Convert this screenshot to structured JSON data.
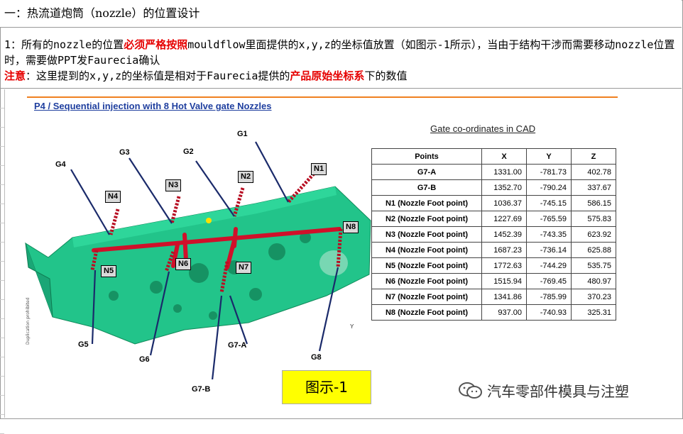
{
  "header": {
    "title": "一：热流道炮筒（nozzle）的位置设计"
  },
  "note": {
    "line1_a": "1：所有的nozzle的位置",
    "line1_b": "必须严格按照",
    "line1_c": "mouldflow里面提供的x,y,z的坐标值放置（如图示-1所示），当由于结构干涉而需要移动nozzle位置时，需要做PPT发Faurecia确认",
    "line2_a": "注意",
    "line2_b": "：这里提到的x,y,z的坐标值是相对于Faurecia提供的",
    "line2_c": "产品原始坐标系",
    "line2_d": "下的数值"
  },
  "slide": {
    "title": "P4 / Sequential injection with 8 Hot Valve gate Nozzles",
    "table_title": "Gate co-ordinates in CAD",
    "side_text": "Duplication prohibited",
    "axis_label": "Y",
    "figure_label": "图示-1"
  },
  "table": {
    "headers": [
      "Points",
      "X",
      "Y",
      "Z"
    ],
    "rows": [
      [
        "G7-A",
        "1331.00",
        "-781.73",
        "402.78"
      ],
      [
        "G7-B",
        "1352.70",
        "-790.24",
        "337.67"
      ],
      [
        "N1 (Nozzle Foot point)",
        "1036.37",
        "-745.15",
        "586.15"
      ],
      [
        "N2 (Nozzle Foot point)",
        "1227.69",
        "-765.59",
        "575.83"
      ],
      [
        "N3 (Nozzle Foot point)",
        "1452.39",
        "-743.35",
        "623.92"
      ],
      [
        "N4 (Nozzle Foot point)",
        "1687.23",
        "-736.14",
        "625.88"
      ],
      [
        "N5 (Nozzle Foot point)",
        "1772.63",
        "-744.29",
        "535.75"
      ],
      [
        "N6 (Nozzle Foot point)",
        "1515.94",
        "-769.45",
        "480.97"
      ],
      [
        "N7 (Nozzle Foot point)",
        "1341.86",
        "-785.99",
        "370.23"
      ],
      [
        "N8 (Nozzle Foot point)",
        "937.00",
        "-740.93",
        "325.31"
      ]
    ]
  },
  "diagram_labels": {
    "nozzles": [
      "N1",
      "N2",
      "N3",
      "N4",
      "N5",
      "N6",
      "N7",
      "N8"
    ],
    "gates": [
      "G1",
      "G2",
      "G3",
      "G4",
      "G5",
      "G6",
      "G7-A",
      "G7-B",
      "G8"
    ]
  },
  "watermark": "汽车零部件模具与注塑",
  "colors": {
    "accent_red": "#e60000",
    "part_green": "#22c48a",
    "runner_red": "#d0102a",
    "figure_yellow": "#ffff00"
  }
}
